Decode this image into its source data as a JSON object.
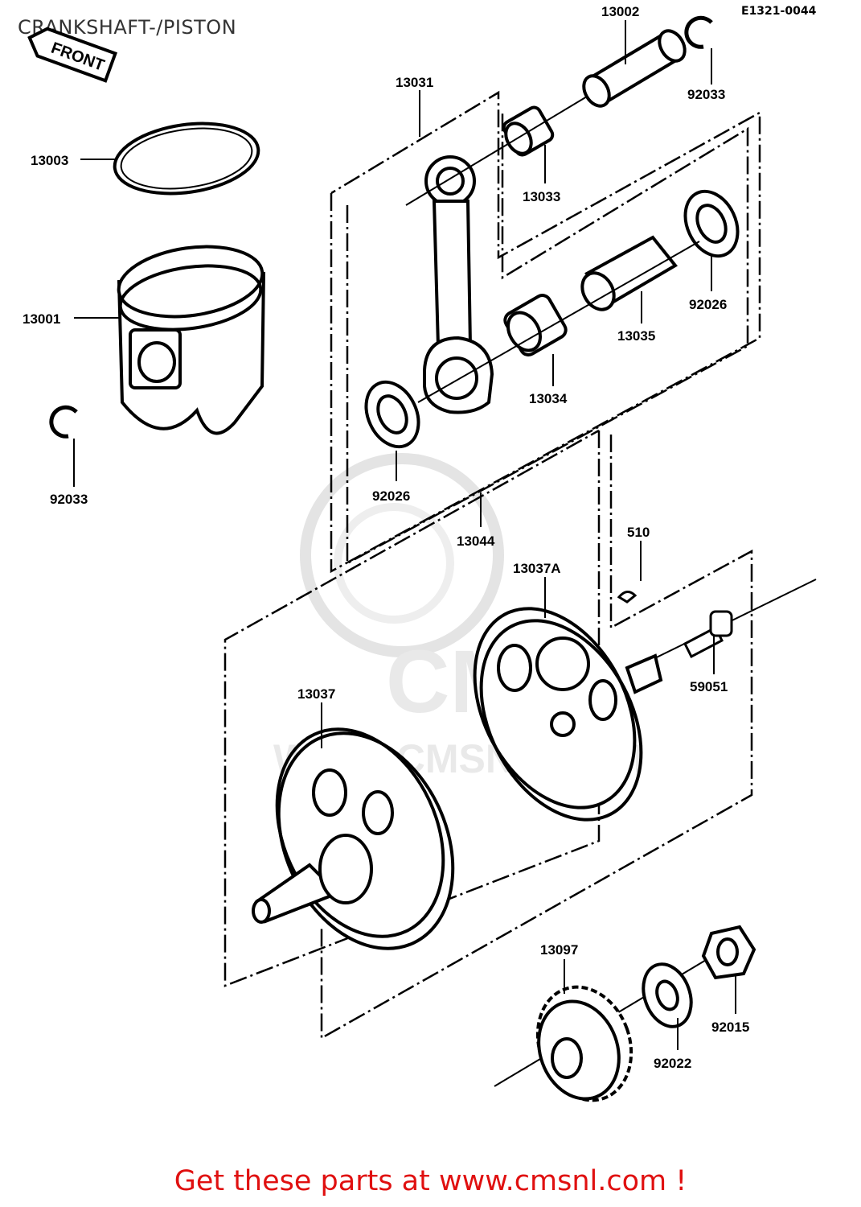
{
  "header": {
    "title": "CRANKSHAFT-/PISTON",
    "diagram_code": "E1321-0044"
  },
  "front_arrow": {
    "label": "FRONT"
  },
  "watermark": {
    "logo_text": "CMS",
    "url_text": "WWW.CMSNL.COM"
  },
  "parts": [
    {
      "ref": "13002"
    },
    {
      "ref": "92033"
    },
    {
      "ref": "13031"
    },
    {
      "ref": "13003"
    },
    {
      "ref": "13033"
    },
    {
      "ref": "13001"
    },
    {
      "ref": "92026"
    },
    {
      "ref": "13035"
    },
    {
      "ref": "13034"
    },
    {
      "ref": "92033"
    },
    {
      "ref": "92026"
    },
    {
      "ref": "13044"
    },
    {
      "ref": "510"
    },
    {
      "ref": "13037A"
    },
    {
      "ref": "59051"
    },
    {
      "ref": "13037"
    },
    {
      "ref": "13097"
    },
    {
      "ref": "92015"
    },
    {
      "ref": "92022"
    }
  ],
  "footer": {
    "cta": "Get these parts at www.cmsnl.com !"
  }
}
